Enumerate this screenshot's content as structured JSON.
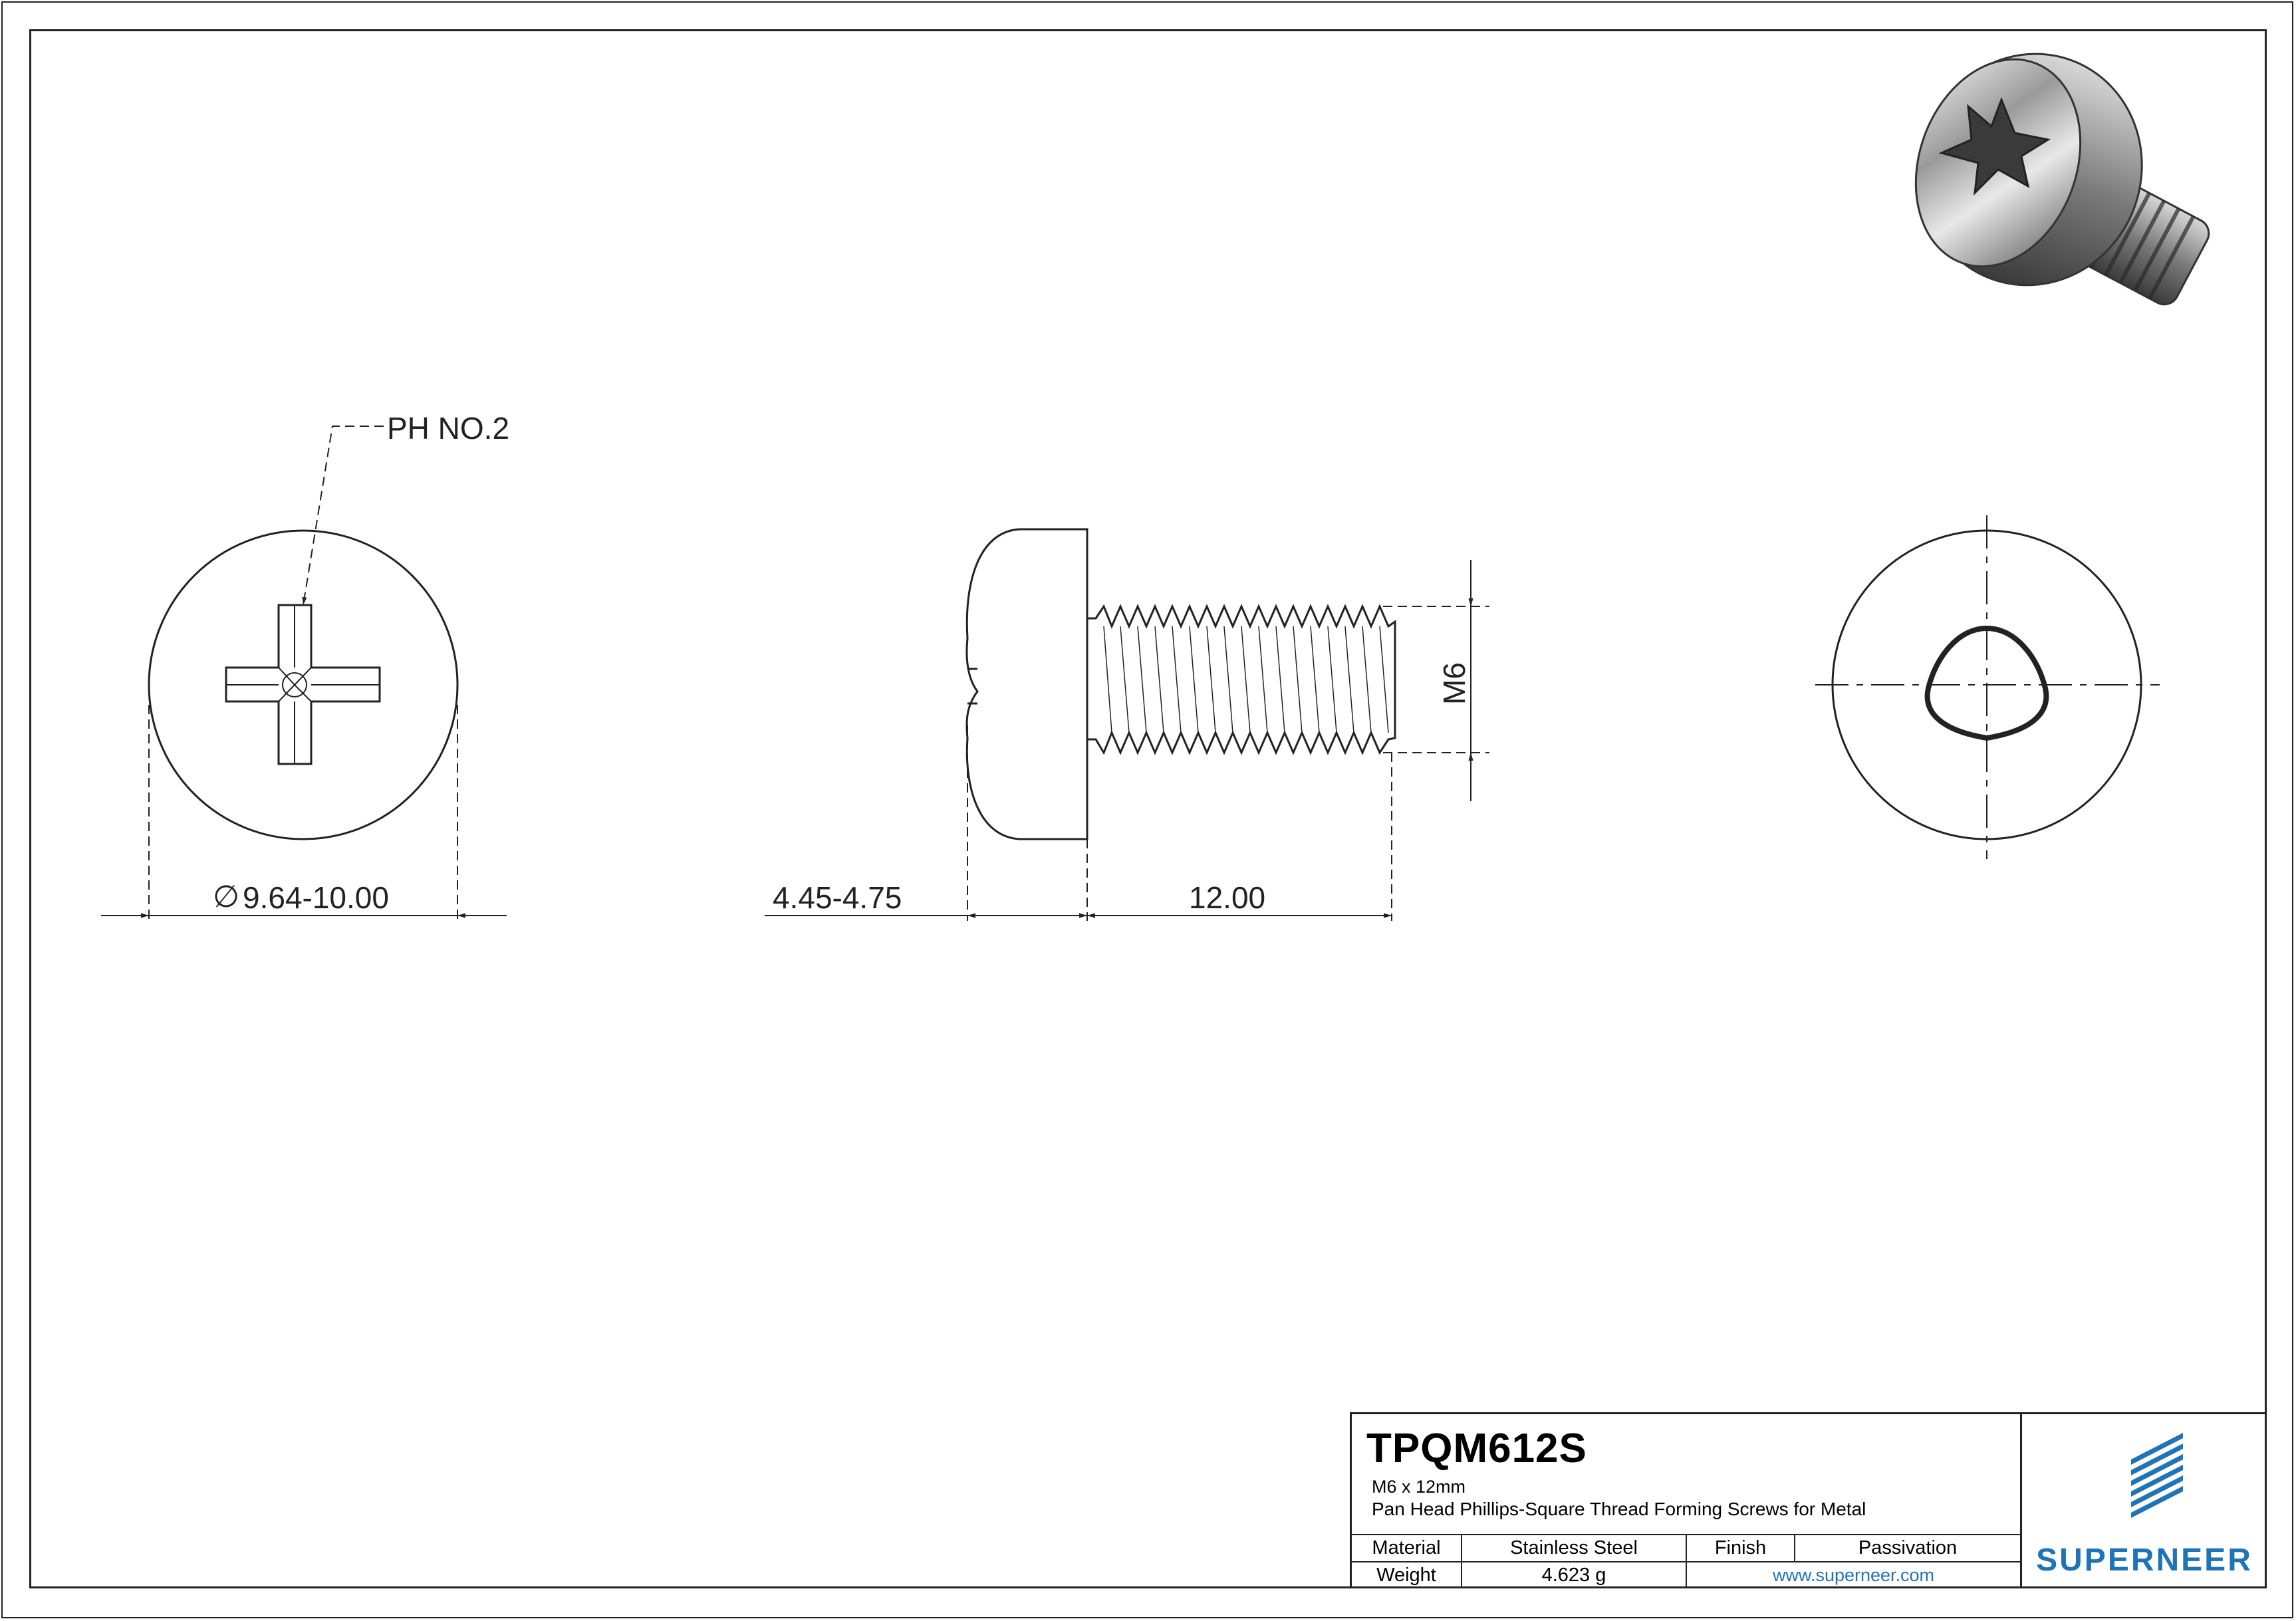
{
  "drawing": {
    "drive_label": "PH NO.2",
    "head_diameter_label": "9.64-10.00",
    "diameter_symbol": "∅",
    "head_height_label": "4.45-4.75",
    "length_label": "12.00",
    "thread_label": "M6"
  },
  "title_block": {
    "part_number": "TPQM612S",
    "size": "M6 x 12mm",
    "description": "Pan Head Phillips-Square Thread Forming Screws for Metal",
    "material_label": "Material",
    "material_value": "Stainless Steel",
    "finish_label": "Finish",
    "finish_value": "Passivation",
    "weight_label": "Weight",
    "weight_value": "4.623 g",
    "website": "www.superneer.com",
    "brand": "SUPERNEER"
  },
  "colors": {
    "line": "#222222",
    "brand": "#1f74b8"
  }
}
